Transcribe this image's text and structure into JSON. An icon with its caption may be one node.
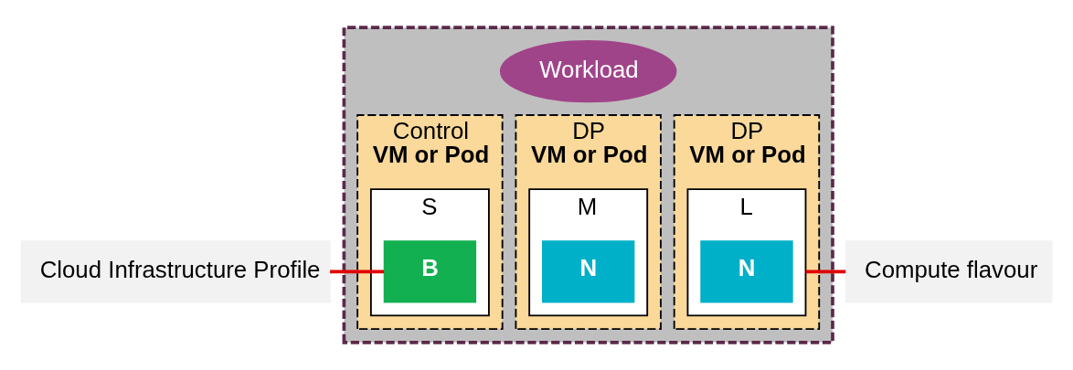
{
  "diagram": {
    "nodes": [
      {
        "text": [],
        "shape": "box"
      },
      {
        "text": [
          "Workload"
        ],
        "in": 0
      },
      {
        "text": [
          "Control",
          "VM or Pod"
        ],
        "in": 0
      },
      {
        "text": [
          "S"
        ],
        "in": 2
      },
      {
        "text": [
          "B"
        ],
        "in": 3
      },
      {
        "text": [
          "DP",
          "VM or Pod"
        ],
        "in": 0
      },
      {
        "text": [
          "M"
        ],
        "in": 5
      },
      {
        "text": [
          "N"
        ],
        "in": 6
      },
      {
        "text": [
          "DP",
          "VM or Pod"
        ],
        "in": 0
      },
      {
        "text": [
          "L"
        ],
        "in": 8
      },
      {
        "text": [
          "N"
        ],
        "in": 9
      },
      {
        "text": [
          "Cloud Infrastructure Profile"
        ]
      },
      {
        "text": [
          "Compute flavour"
        ]
      }
    ],
    "edges": [
      {
        "from": 11,
        "to": 4,
        "arrow": "none"
      },
      {
        "from": 12,
        "to": 9,
        "arrow": "none"
      }
    ]
  }
}
